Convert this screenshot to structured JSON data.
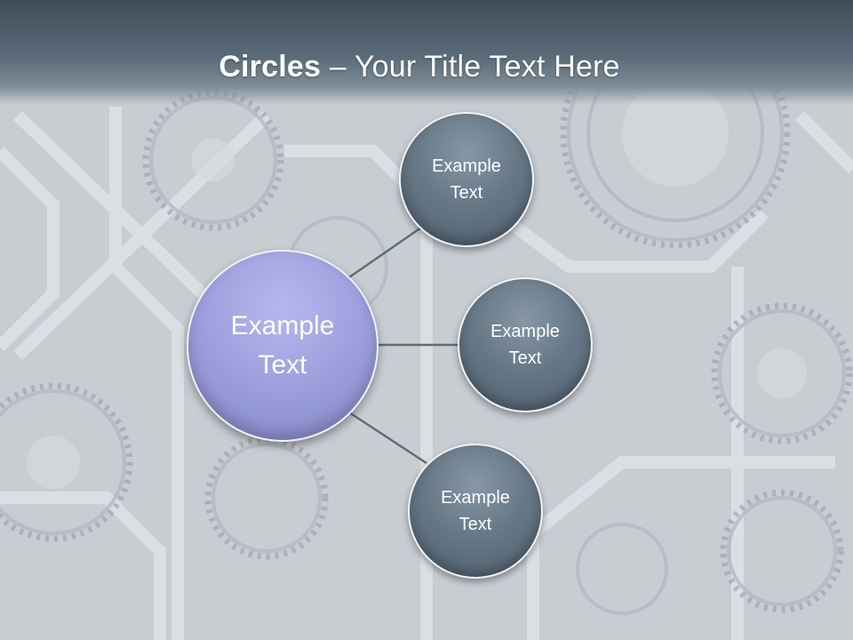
{
  "slide": {
    "title_bold": "Circles",
    "title_rest": " – Your Title Text Here"
  },
  "diagram": {
    "center": {
      "label": "Example\nText"
    },
    "satellites": [
      {
        "label": "Example\nText"
      },
      {
        "label": "Example\nText"
      },
      {
        "label": "Example\nText"
      }
    ]
  },
  "colors": {
    "title_bar": "#4f5e6b",
    "satellite_fill": "#677887",
    "center_fill": "#9c9fdc",
    "connector": "#5e6d7a"
  }
}
